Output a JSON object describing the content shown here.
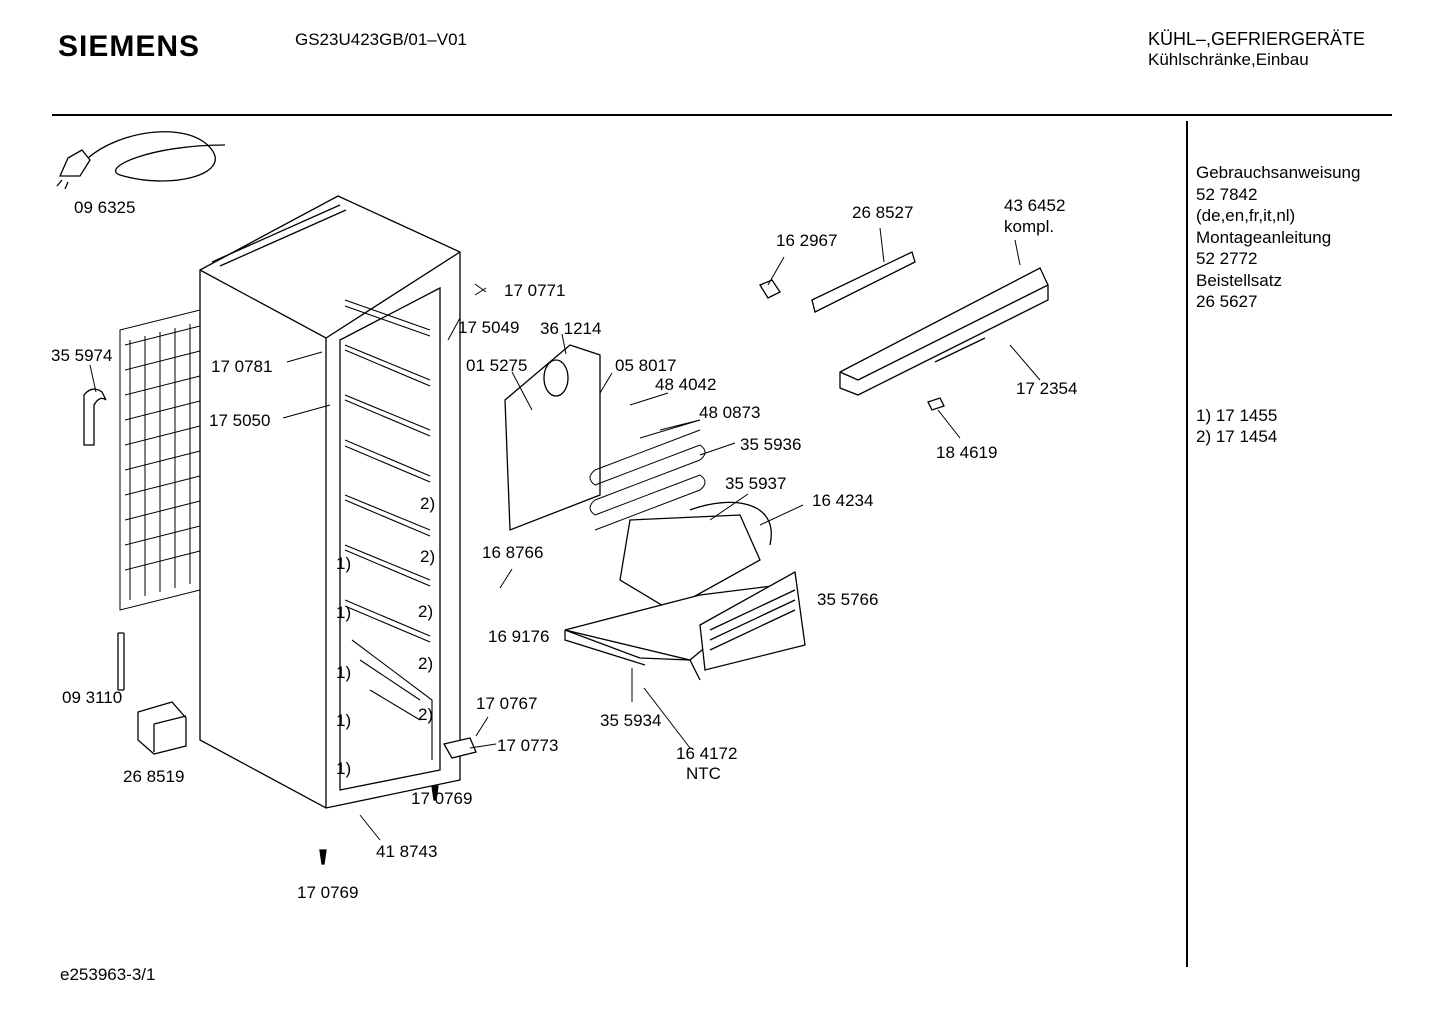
{
  "header": {
    "brand": "SIEMENS",
    "model": "GS23U423GB/01–V01",
    "category": "KÜHL–,GEFRIERGERÄTE",
    "subcategory": "Kühlschränke,Einbau"
  },
  "footer": {
    "doc_id": "e253963-3/1"
  },
  "side_panel": {
    "lines": [
      "Gebrauchsanweisung",
      "52 7842",
      "(de,en,fr,it,nl)",
      "Montageanleitung",
      "52 2772",
      "Beistellsatz",
      "26 5627"
    ],
    "notes": [
      "1) 17 1455",
      "2) 17 1454"
    ]
  },
  "parts": [
    {
      "label": "09 6325"
    },
    {
      "label": "35 5974"
    },
    {
      "label": "17 0781"
    },
    {
      "label": "17 5050"
    },
    {
      "label": "09 3110"
    },
    {
      "label": "26 8519"
    },
    {
      "label": "17 0771"
    },
    {
      "label": "17 5049"
    },
    {
      "label": "36 1214"
    },
    {
      "label": "01 5275"
    },
    {
      "label": "05 8017"
    },
    {
      "label": "48 4042"
    },
    {
      "label": "48 0873"
    },
    {
      "label": "35 5936"
    },
    {
      "label": "35 5937"
    },
    {
      "label": "16 4234"
    },
    {
      "label": "16 8766"
    },
    {
      "label": "16 9176"
    },
    {
      "label": "35 5766"
    },
    {
      "label": "35 5934"
    },
    {
      "label": "16 4172"
    },
    {
      "label": "NTC"
    },
    {
      "label": "17 0767"
    },
    {
      "label": "17 0773"
    },
    {
      "label": "17 0769"
    },
    {
      "label": "41 8743"
    },
    {
      "label": "17 0769"
    },
    {
      "label": "16 2967"
    },
    {
      "label": "26 8527"
    },
    {
      "label": "43 6452"
    },
    {
      "label": "kompl."
    },
    {
      "label": "17 2354"
    },
    {
      "label": "18 4619"
    }
  ],
  "footnote_marks": [
    "2)",
    "2)",
    "2)",
    "2)",
    "2)",
    "1)",
    "1)",
    "1)",
    "1)",
    "1)"
  ]
}
